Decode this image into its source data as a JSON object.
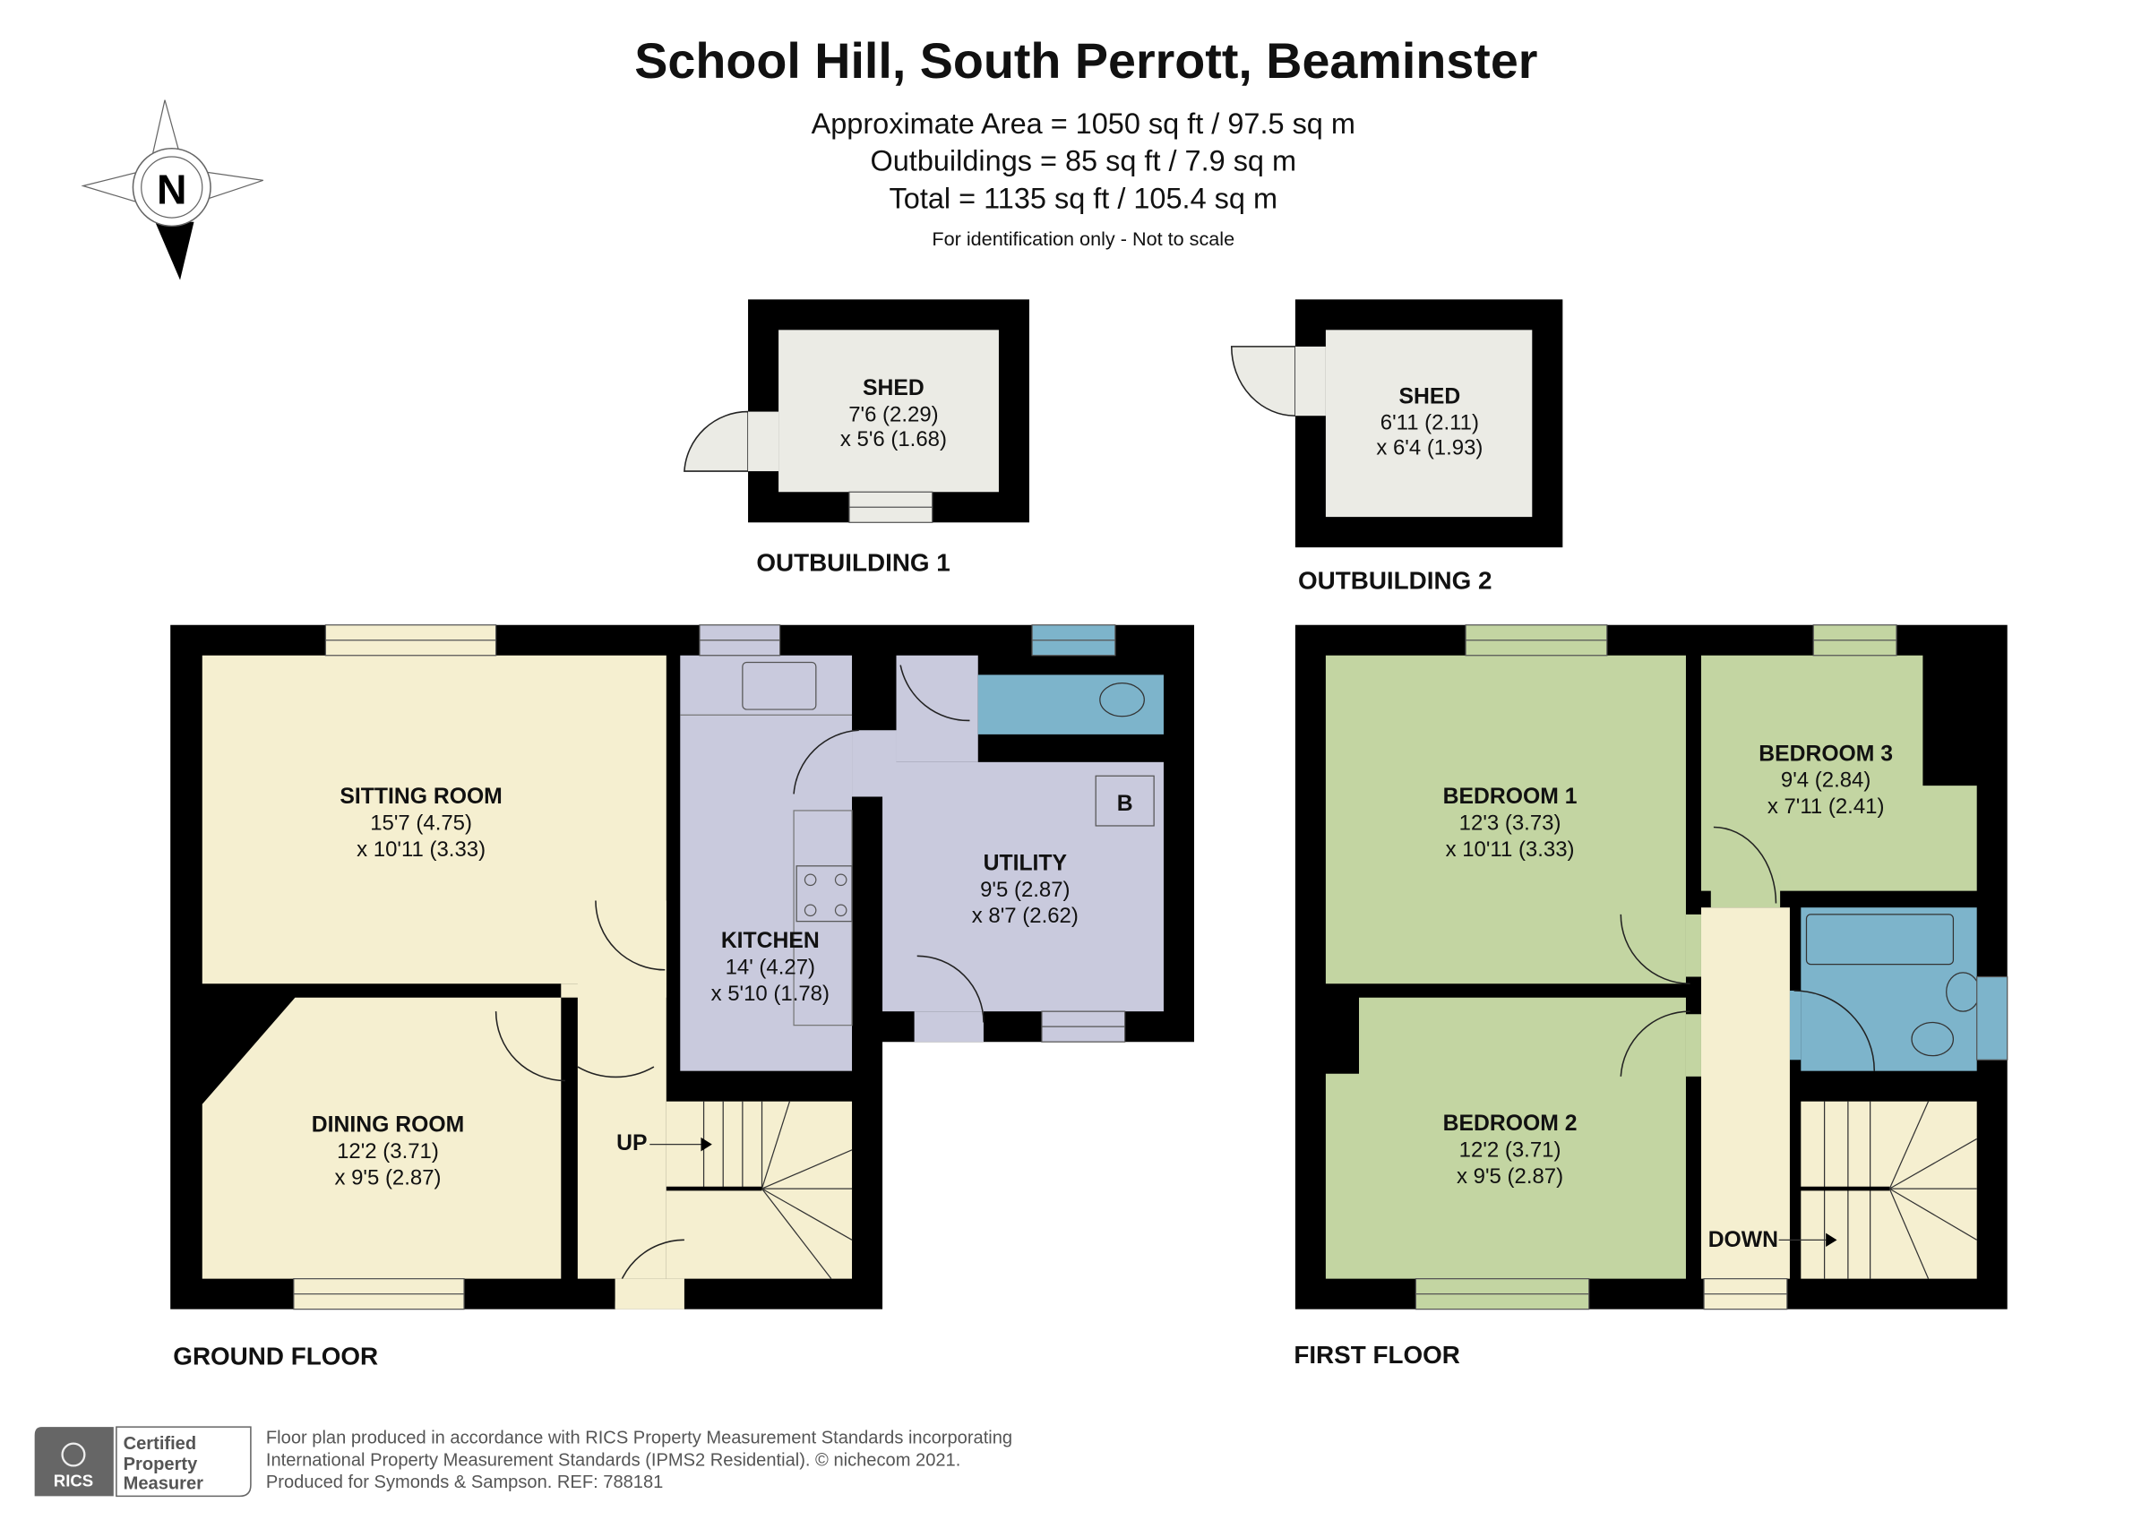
{
  "header": {
    "title": "School Hill, South Perrott, Beaminster",
    "area_lines": [
      "Approximate Area = 1050 sq ft / 97.5 sq m",
      "Outbuildings = 85 sq ft / 7.9 sq m",
      "Total = 1135 sq ft / 105.4 sq m"
    ],
    "note": "For identification only - Not to scale"
  },
  "compass": {
    "label": "N",
    "icon": "north-arrow-compass-icon"
  },
  "colors": {
    "ground_rooms": "#F5EFD0",
    "kitchen_utility": "#C9CADD",
    "bathroom": "#7DB4CB",
    "first_floor_rooms": "#C3D5A2",
    "outbuildings": "#EBEBE5",
    "walls": "#000000"
  },
  "outbuildings": [
    {
      "label": "OUTBUILDING 1",
      "room": {
        "name": "SHED",
        "dim1": "7'6 (2.29)",
        "dim2": "x 5'6 (1.68)"
      }
    },
    {
      "label": "OUTBUILDING 2",
      "room": {
        "name": "SHED",
        "dim1": "6'11 (2.11)",
        "dim2": "x 6'4 (1.93)"
      }
    }
  ],
  "ground_floor": {
    "label": "GROUND FLOOR",
    "rooms": {
      "sitting": {
        "name": "SITTING ROOM",
        "dim1": "15'7 (4.75)",
        "dim2": "x 10'11 (3.33)"
      },
      "dining": {
        "name": "DINING ROOM",
        "dim1": "12'2 (3.71)",
        "dim2": "x 9'5 (2.87)"
      },
      "kitchen": {
        "name": "KITCHEN",
        "dim1": "14' (4.27)",
        "dim2": "x 5'10 (1.78)"
      },
      "utility": {
        "name": "UTILITY",
        "dim1": "9'5 (2.87)",
        "dim2": "x 8'7 (2.62)"
      }
    },
    "boiler": "B",
    "stairs": "UP"
  },
  "first_floor": {
    "label": "FIRST FLOOR",
    "rooms": {
      "bed1": {
        "name": "BEDROOM 1",
        "dim1": "12'3 (3.73)",
        "dim2": "x 10'11 (3.33)"
      },
      "bed2": {
        "name": "BEDROOM 2",
        "dim1": "12'2 (3.71)",
        "dim2": "x 9'5 (2.87)"
      },
      "bed3": {
        "name": "BEDROOM 3",
        "dim1": "9'4 (2.84)",
        "dim2": "x 7'11 (2.41)"
      }
    },
    "stairs": "DOWN"
  },
  "footer": {
    "badge": {
      "org": "RICS",
      "line1": "Certified",
      "line2": "Property",
      "line3": "Measurer"
    },
    "lines": [
      "Floor plan produced in accordance with RICS Property Measurement Standards incorporating",
      "International Property Measurement Standards (IPMS2 Residential).   © nichecom 2021.",
      "Produced for Symonds & Sampson.   REF: 788181"
    ]
  }
}
